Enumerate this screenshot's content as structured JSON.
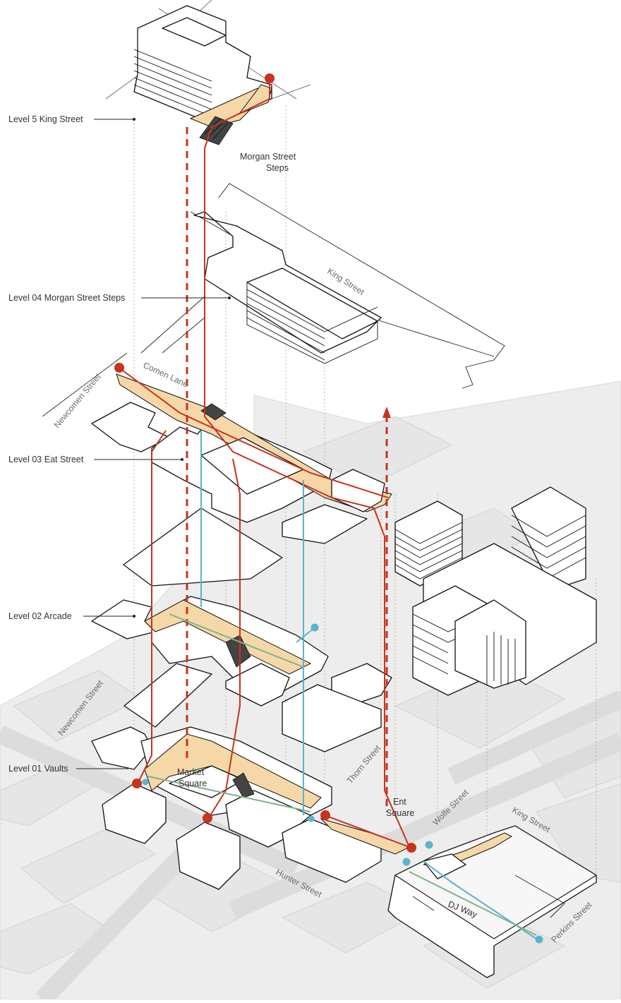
{
  "levels": {
    "l5": "Level 5 King Street",
    "l4": "Level 04 Morgan Street Steps",
    "l3": "Level 03 Eat Street",
    "l2": "Level 02 Arcade",
    "l1": "Level 01 Vaults"
  },
  "annotations": {
    "morgan_line1": "Morgan Street",
    "morgan_line2": "Steps",
    "market_line1": "Market",
    "market_line2": "Square",
    "ent_line1": "Ent",
    "ent_line2": "Square",
    "dj_way": "DJ Way"
  },
  "streets": {
    "king_upper": "King Street",
    "newcomen_upper": "Newcomen Street",
    "comen_lane": "Comen Lane",
    "newcomen_lower": "Newcomen Street",
    "thorn": "Thorn Street",
    "wolfe": "Wolfe Street",
    "king_lower": "King Street",
    "hunter": "Hunter Street",
    "perkins": "Perkins Street"
  },
  "colors": {
    "primary_route": "#c8321e",
    "secondary_route": "#5bb3cc",
    "tertiary_route": "#7fb38a",
    "public_space_fill": "#f6d8a8",
    "context": "#e6e6e6"
  }
}
